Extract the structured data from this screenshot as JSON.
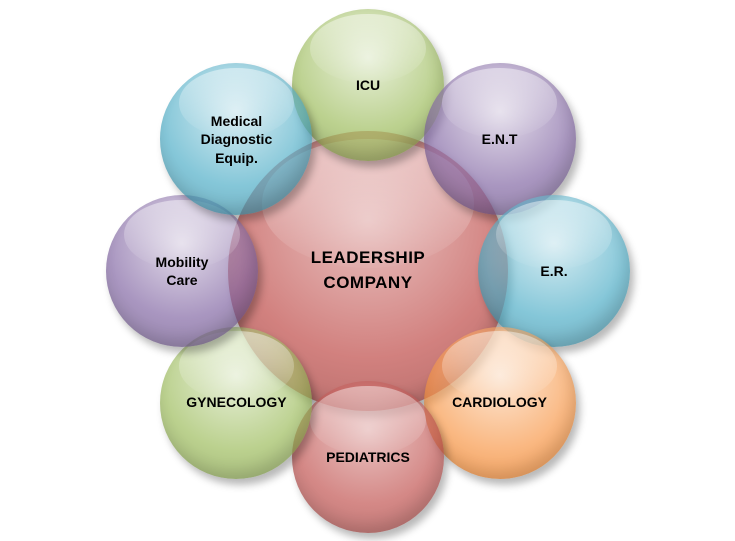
{
  "diagram": {
    "title": "Hospital departments radial diagram",
    "background_color": "#FFFFFF",
    "text_color": "#000000",
    "center": {
      "label": "LEADERSHIP\nCOMPANY",
      "color_base": "#C0504D",
      "color_light": "#D99694",
      "color_dark": "#953734"
    },
    "nodes": [
      {
        "label": "ICU",
        "angle": -90,
        "color_base": "#9BBB59",
        "color_light": "#D6E4BC",
        "color_dark": "#76923C"
      },
      {
        "label": "E.N.T",
        "angle": -45,
        "color_base": "#8064A2",
        "color_light": "#CCC0D9",
        "color_dark": "#5F497A"
      },
      {
        "label": "E.R.",
        "angle": 0,
        "color_base": "#4BACC6",
        "color_light": "#B6DDE8",
        "color_dark": "#31849B"
      },
      {
        "label": "CARDIOLOGY",
        "angle": 45,
        "color_base": "#F79646",
        "color_light": "#FBD4B4",
        "color_dark": "#E36C09"
      },
      {
        "label": "PEDIATRICS",
        "angle": 90,
        "color_base": "#C0504D",
        "color_light": "#D99694",
        "color_dark": "#953734"
      },
      {
        "label": "GYNECOLOGY",
        "angle": 135,
        "color_base": "#9BBB59",
        "color_light": "#D6E4BC",
        "color_dark": "#76923C"
      },
      {
        "label": "Mobility\nCare",
        "angle": 180,
        "color_base": "#8064A2",
        "color_light": "#CCC0D9",
        "color_dark": "#5F497A"
      },
      {
        "label": "Medical\nDiagnostic\nEquip.",
        "angle": -135,
        "color_base": "#4BACC6",
        "color_light": "#B6DDE8",
        "color_dark": "#31849B"
      }
    ]
  }
}
